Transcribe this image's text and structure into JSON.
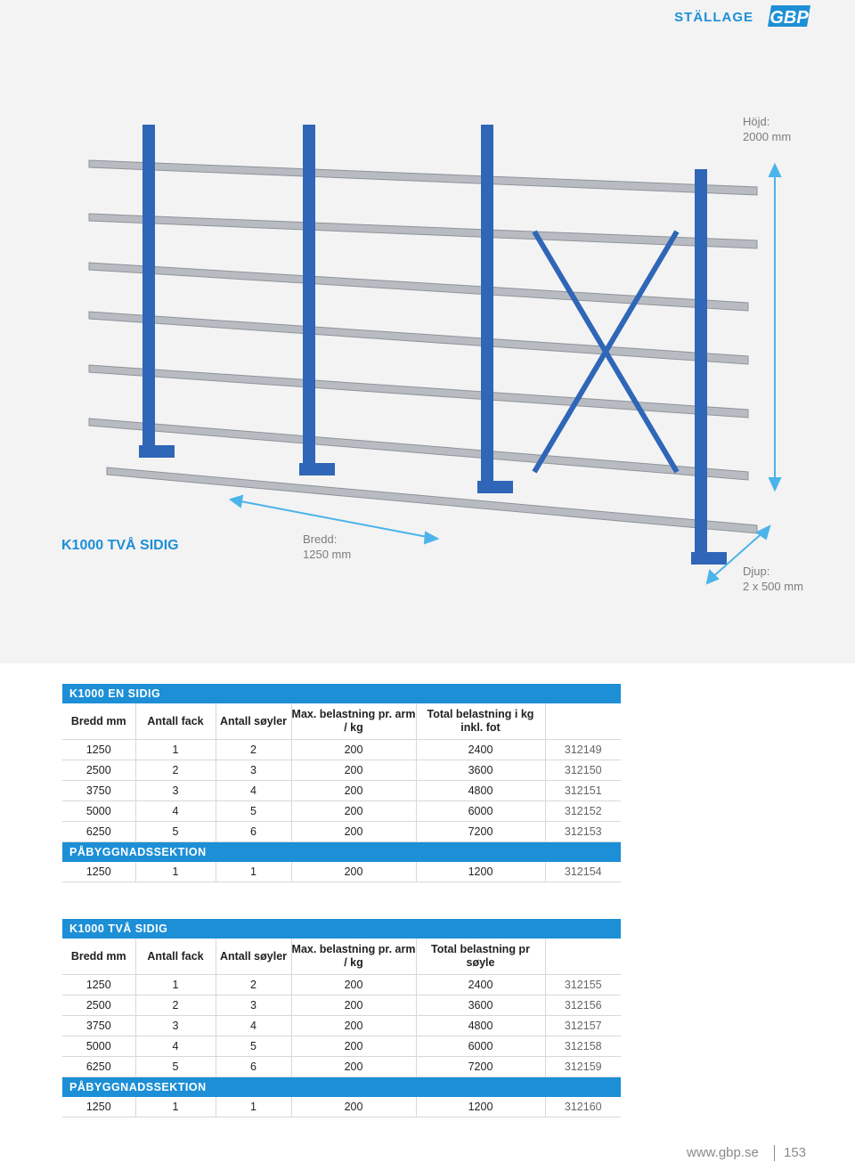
{
  "header": {
    "title": "STÄLLAGE",
    "logo_text": "GBP"
  },
  "product": {
    "title": "K1000 TVÅ SIDIG"
  },
  "dimensions": {
    "height": {
      "label": "Höjd:",
      "value": "2000 mm"
    },
    "width": {
      "label": "Bredd:",
      "value": "1250 mm"
    },
    "depth": {
      "label": "Djup:",
      "value": "2 x 500 mm"
    }
  },
  "table_one": {
    "title": "K1000 EN SIDIG",
    "headers": [
      "Bredd mm",
      "Antall fack",
      "Antall søyler",
      "Max. belastning pr. arm / kg",
      "Total belastning i kg inkl. fot",
      ""
    ],
    "rows": [
      [
        "1250",
        "1",
        "2",
        "200",
        "2400",
        "312149"
      ],
      [
        "2500",
        "2",
        "3",
        "200",
        "3600",
        "312150"
      ],
      [
        "3750",
        "3",
        "4",
        "200",
        "4800",
        "312151"
      ],
      [
        "5000",
        "4",
        "5",
        "200",
        "6000",
        "312152"
      ],
      [
        "6250",
        "5",
        "6",
        "200",
        "7200",
        "312153"
      ]
    ],
    "extension_title": "PÅBYGGNADSSEKTION",
    "extension_row": [
      "1250",
      "1",
      "1",
      "200",
      "1200",
      "312154"
    ]
  },
  "table_two": {
    "title": "K1000 TVÅ SIDIG",
    "headers": [
      "Bredd mm",
      "Antall fack",
      "Antall søyler",
      "Max. belastning pr. arm / kg",
      "Total belastning pr søyle",
      ""
    ],
    "rows": [
      [
        "1250",
        "1",
        "2",
        "200",
        "2400",
        "312155"
      ],
      [
        "2500",
        "2",
        "3",
        "200",
        "3600",
        "312156"
      ],
      [
        "3750",
        "3",
        "4",
        "200",
        "4800",
        "312157"
      ],
      [
        "5000",
        "4",
        "5",
        "200",
        "6000",
        "312158"
      ],
      [
        "6250",
        "5",
        "6",
        "200",
        "7200",
        "312159"
      ]
    ],
    "extension_title": "PÅBYGGNADSSEKTION",
    "extension_row": [
      "1250",
      "1",
      "1",
      "200",
      "1200",
      "312160"
    ]
  },
  "footer": {
    "url": "www.gbp.se",
    "page": "153"
  },
  "colors": {
    "accent": "#1d8fd6",
    "rack_blue": "#2f66b7",
    "arm_grey": "#b8bcc2"
  }
}
